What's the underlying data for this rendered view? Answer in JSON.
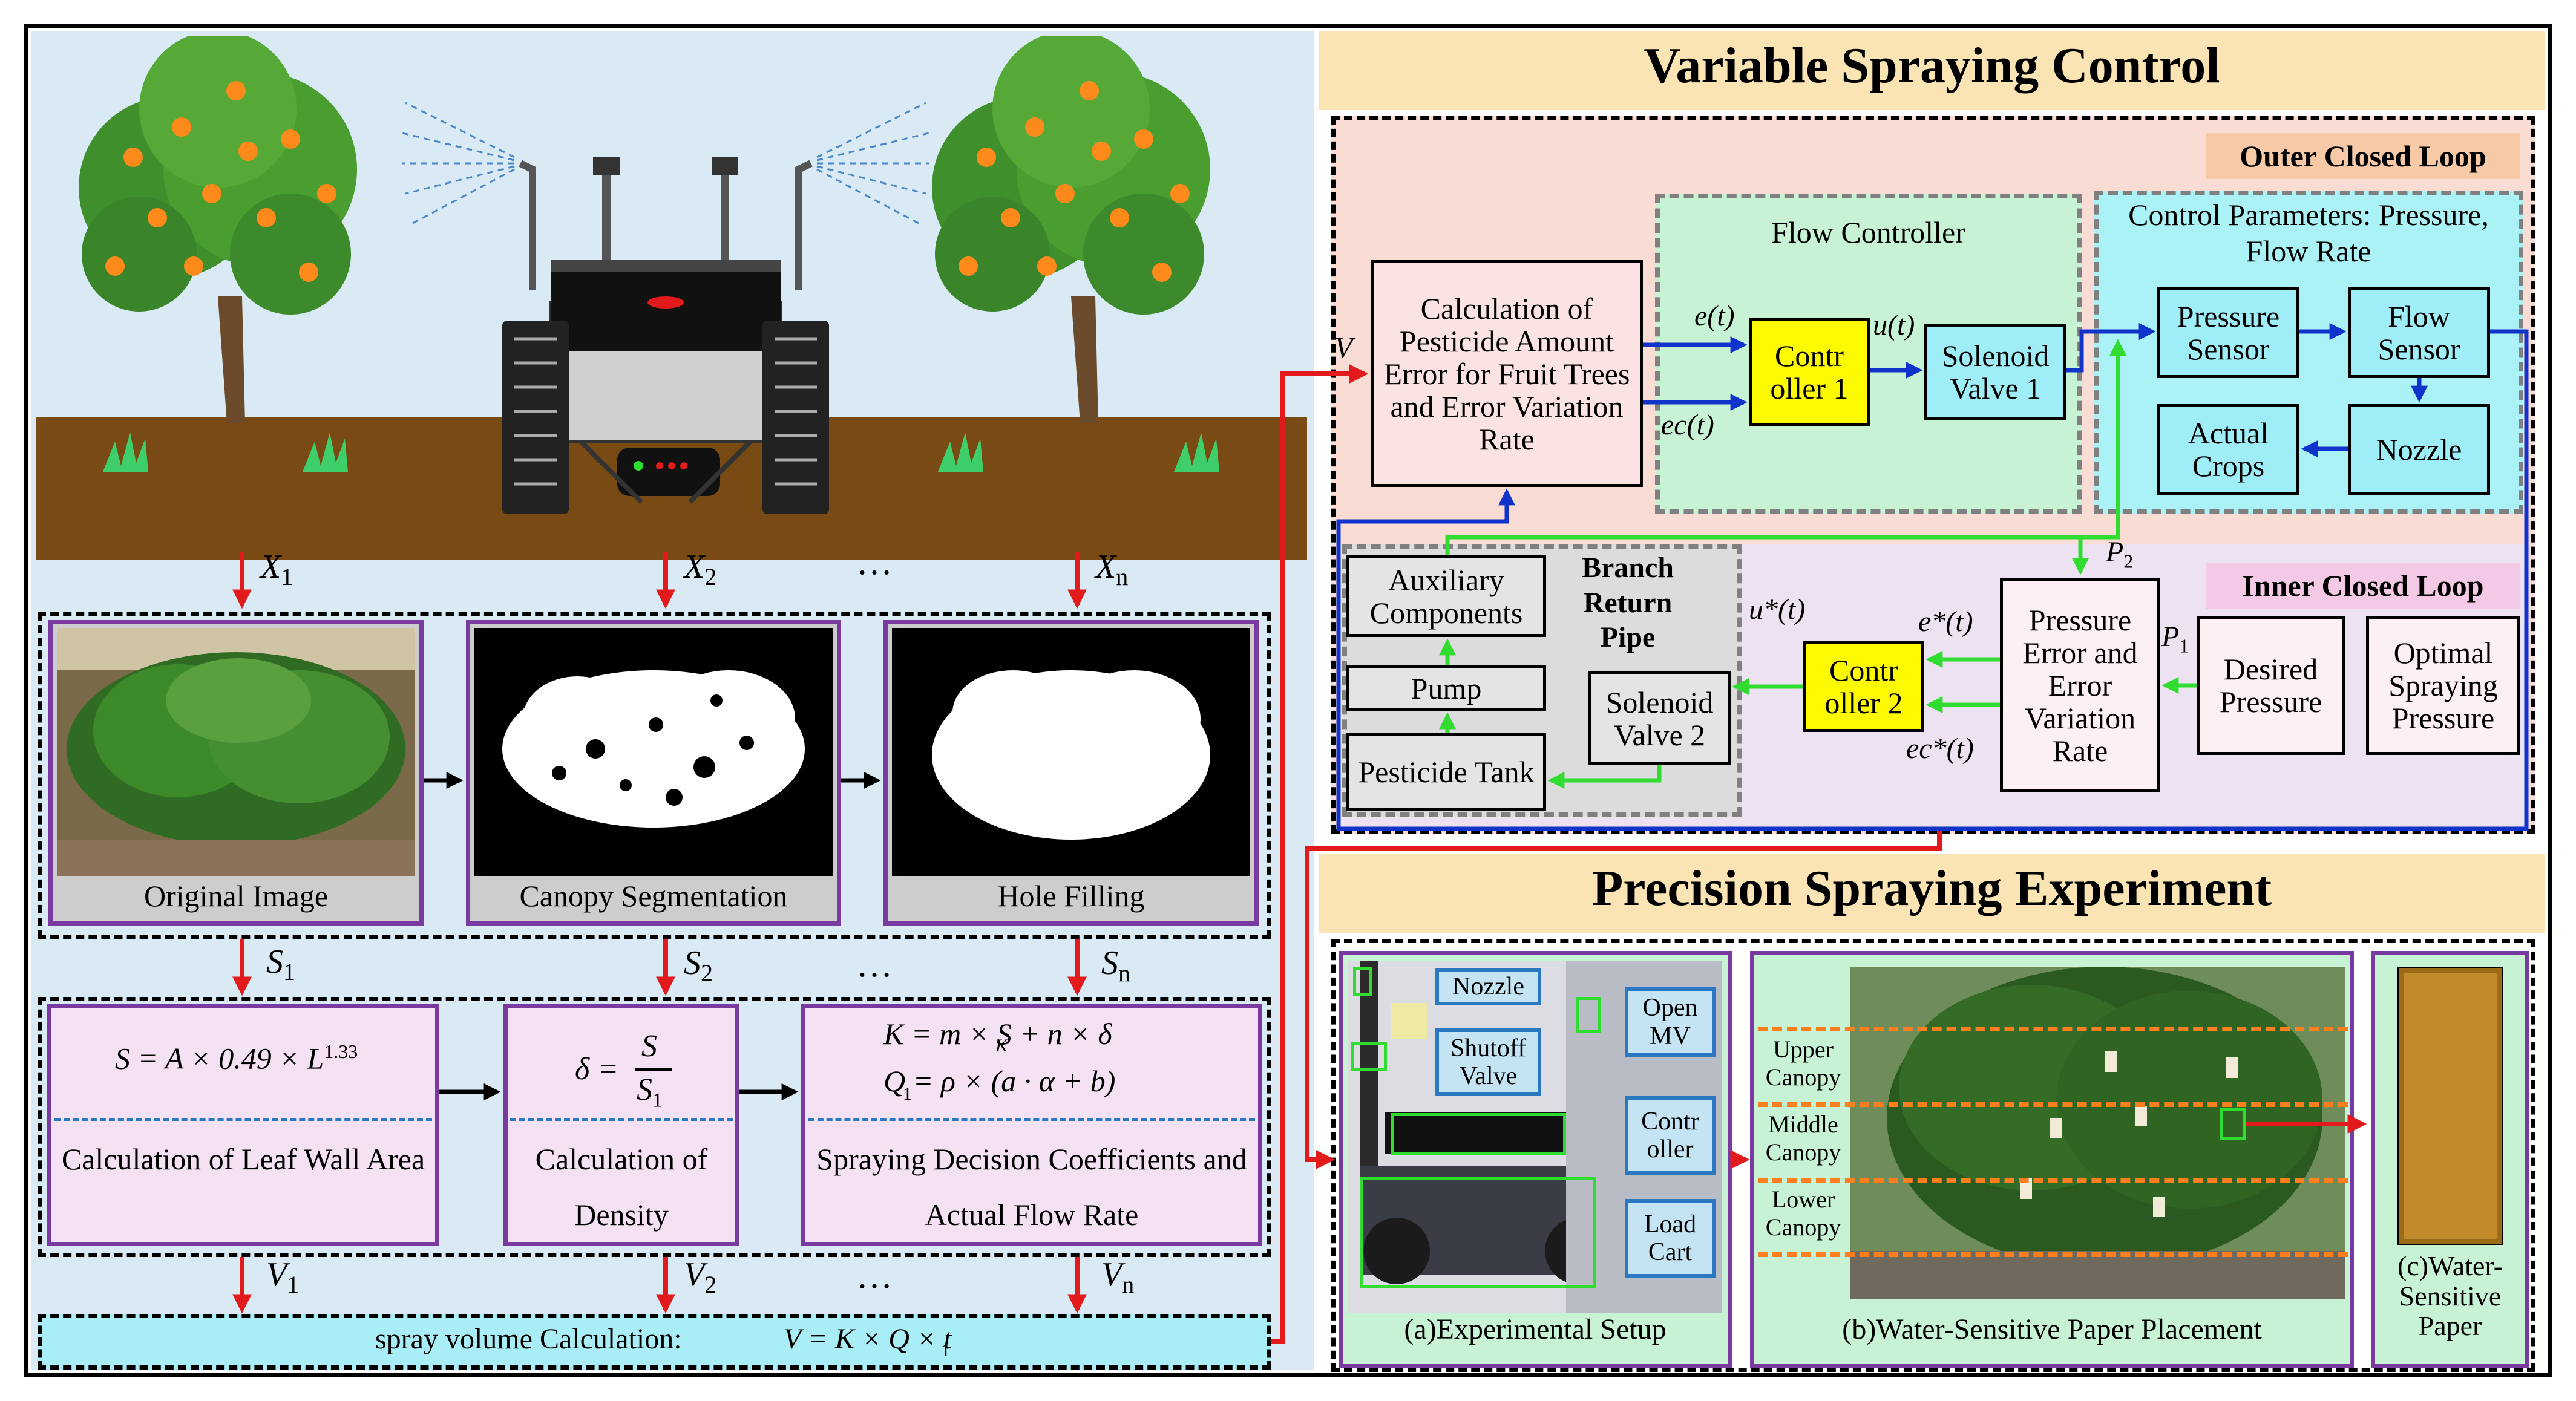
{
  "colors": {
    "flow_red": "#e31a1c",
    "flow_blue": "#1033cc",
    "flow_green": "#2fdc2f",
    "panel_purple": "#7a3ba0",
    "header_orange": "#fbe4b4",
    "left_bg": "#d9eaf4",
    "controller_yellow": "#fdfa00"
  },
  "icons": [
    "orange-tree-icon",
    "spraying-robot-icon",
    "grass-icon",
    "canopy-photo-icon",
    "segmentation-mask-icon",
    "filled-mask-icon",
    "cart-photo-icon",
    "orchard-photo-icon",
    "paper-sample-icon"
  ],
  "left": {
    "inputs": [
      "X",
      "X",
      "X"
    ],
    "input_subs": [
      "1",
      "2",
      "n"
    ],
    "ellipsis": "…",
    "images": [
      "Original Image",
      "Canopy Segmentation",
      "Hole Filling"
    ],
    "s_labels": [
      "S",
      "S",
      "S"
    ],
    "s_subs": [
      "1",
      "2",
      "n"
    ],
    "formula1": "S = A × 0.49 × L",
    "formula1_exp": "1.33",
    "formula2_lhs": "δ =",
    "formula2_num": "S",
    "formula2_den": "S",
    "formula2_den_sub": "1",
    "formula3a": "K = m × S + n × δ",
    "formula3a_sub": "K",
    "formula3b": "Q = ρ × (a · α + b)",
    "formula3b_sub": "1",
    "formula_titles": [
      "Calculation of Leaf Wall Area",
      "Calculation of Density",
      "Spraying Decision Coefficients and Actual Flow Rate"
    ],
    "v_labels": [
      "V",
      "V",
      "V"
    ],
    "v_subs": [
      "1",
      "2",
      "n"
    ],
    "spray_label": "spray volume Calculation:",
    "spray_formula": "V = K × Q × t",
    "spray_formula_sub": "1"
  },
  "vsc": {
    "title": "Variable Spraying Control",
    "outer_loop": "Outer Closed Loop",
    "inner_loop": "Inner Closed Loop",
    "v_in": "V",
    "calc_box": "Calculation of Pesticide Amount Error for Fruit Trees and Error Variation Rate",
    "flow_controller": "Flow Controller",
    "e_t": "e(t)",
    "ec_t": "ec(t)",
    "u_t": "u(t)",
    "controller1": "Contr oller 1",
    "solenoid1": "Solenoid Valve 1",
    "control_params": "Control Parameters: Pressure, Flow Rate",
    "pressure_sensor": "Pressure Sensor",
    "flow_sensor": "Flow Sensor",
    "actual_crops": "Actual Crops",
    "nozzle": "Nozzle",
    "p2": "P",
    "p2_sub": "2",
    "p1": "P",
    "p1_sub": "1",
    "branch_return": "Branch Return Pipe",
    "aux": "Auxiliary Components",
    "pump": "Pump",
    "tank": "Pesticide Tank",
    "solenoid2": "Solenoid Valve 2",
    "u_star": "u*(t)",
    "e_star": "e*(t)",
    "ec_star": "ec*(t)",
    "controller2": "Contr oller 2",
    "pressure_error": "Pressure Error and Error Variation Rate",
    "desired_pressure": "Desired Pressure",
    "optimal_pressure": "Optimal Spraying Pressure"
  },
  "pse": {
    "title": "Precision Spraying Experiment",
    "setup_labels": [
      "Nozzle",
      "Shutoff Valve",
      "Open MV",
      "Contr oller",
      "Load Cart"
    ],
    "caption_a": "(a)Experimental Setup",
    "canopy_labels": [
      "Upper Canopy",
      "Middle Canopy",
      "Lower Canopy"
    ],
    "caption_b": "(b)Water-Sensitive Paper Placement",
    "caption_c": "(c)Water-Sensitive Paper"
  }
}
